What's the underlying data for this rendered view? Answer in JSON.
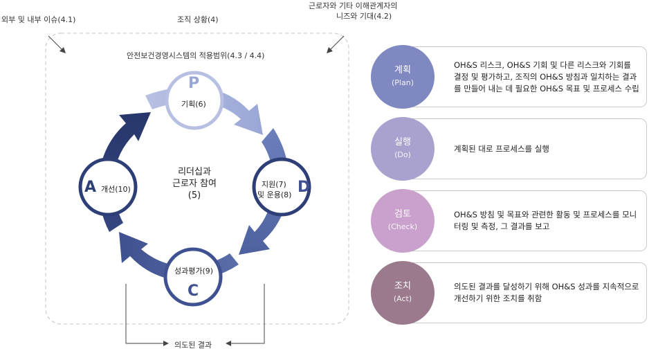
{
  "labels": {
    "external_issues": "외부 및 내부 이슈(4.1)",
    "org_context": "조직 상황(4)",
    "stakeholder_line1": "근로자와 기타 이해관계자의",
    "stakeholder_line2": "니즈와 기대(4.2)",
    "scope": "안전보건경영시스템의 적용범위(4.3 / 4.4)",
    "center_line1": "리더십과",
    "center_line2": "근로자 참여",
    "center_line3": "(5)",
    "intended_results": "의도된 결과"
  },
  "cycle": {
    "plan": {
      "letter": "P",
      "label": "기획(6)"
    },
    "do": {
      "letter": "D",
      "label_line1": "지원(7)",
      "label_line2": "및 운용(8)"
    },
    "check": {
      "letter": "C",
      "label": "성과평가(9)"
    },
    "act": {
      "letter": "A",
      "label": "개선(10)"
    }
  },
  "pdca": [
    {
      "title": "계획",
      "sub": "(Plan)",
      "color": "#7f88c1",
      "desc": "OH&S 리스크, OH&S 기회 및 다른 리스크와 기회를 결정 및 평가하고, 조직의 OH&S 방침과 일치하는 결과를 만들어 내는 데 필요한 OH&S 목표 및 프로세스 수립"
    },
    {
      "title": "실행",
      "sub": "(Do)",
      "color": "#a9a2cf",
      "desc": "계획된 대로 프로세스를 실행"
    },
    {
      "title": "검토",
      "sub": "(Check)",
      "color": "#c9a1cc",
      "desc": "OH&S 방침 및 목표와 관련한 활동 및 프로세스를 모니터링 및 측정, 그 결과를 보고"
    },
    {
      "title": "조치",
      "sub": "(Act)",
      "color": "#9a7a8c",
      "desc": "의도된 결과를 달성하기 위해 OH&S 성과를 지속적으로 개선하기 위한 조치를 취함"
    }
  ],
  "colors": {
    "plan_arrow": "#a7b1d9",
    "do_arrow": "#5a6dab",
    "check_arrow": "#4a5c9c",
    "act_arrow": "#2e3f78",
    "circle_stroke": "#2e3f78"
  }
}
